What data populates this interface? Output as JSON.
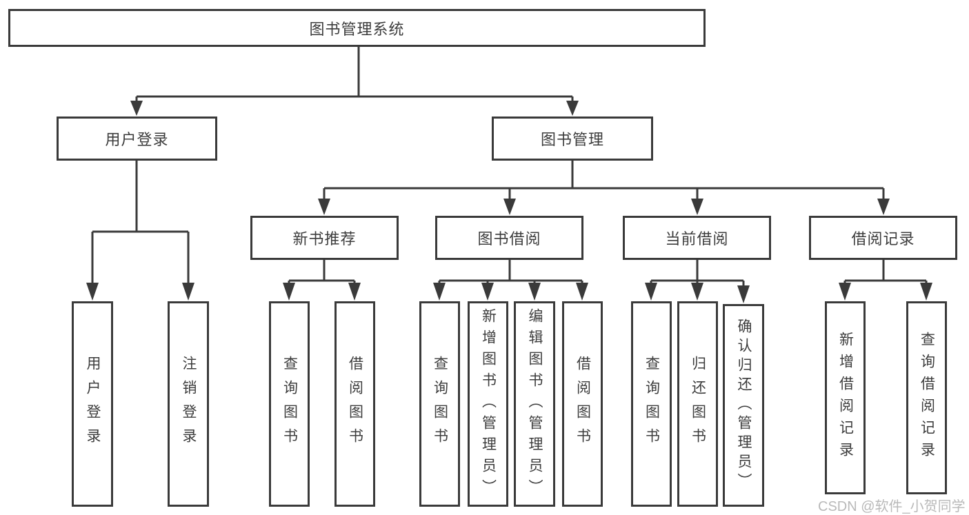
{
  "diagram": {
    "title": "图书管理系统",
    "root": {
      "label": "图书管理系统"
    },
    "level2": [
      {
        "label": "用户登录"
      },
      {
        "label": "图书管理"
      }
    ],
    "level3": [
      {
        "label": "新书推荐"
      },
      {
        "label": "图书借阅"
      },
      {
        "label": "当前借阅"
      },
      {
        "label": "借阅记录"
      }
    ],
    "leaves": [
      {
        "label": "用户登录",
        "parent": "用户登录"
      },
      {
        "label": "注销登录",
        "parent": "用户登录"
      },
      {
        "label": "查询图书",
        "parent": "新书推荐"
      },
      {
        "label": "借阅图书",
        "parent": "新书推荐"
      },
      {
        "label": "查询图书",
        "parent": "图书借阅"
      },
      {
        "label": "新增图书（管理员）",
        "parent": "图书借阅"
      },
      {
        "label": "编辑图书（管理员）",
        "parent": "图书借阅"
      },
      {
        "label": "借阅图书",
        "parent": "图书借阅"
      },
      {
        "label": "查询图书",
        "parent": "当前借阅"
      },
      {
        "label": "归还图书",
        "parent": "当前借阅"
      },
      {
        "label": "确认归还（管理员）",
        "parent": "当前借阅"
      },
      {
        "label": "新增借阅记录",
        "parent": "借阅记录"
      },
      {
        "label": "查询借阅记录",
        "parent": "借阅记录"
      }
    ]
  },
  "watermark": {
    "text": "CSDN @软件_小贺同学"
  },
  "colors": {
    "line": "#3a3a3a",
    "text": "#3c3c3c",
    "watermark": "#b9b9b9",
    "background": "#ffffff"
  }
}
